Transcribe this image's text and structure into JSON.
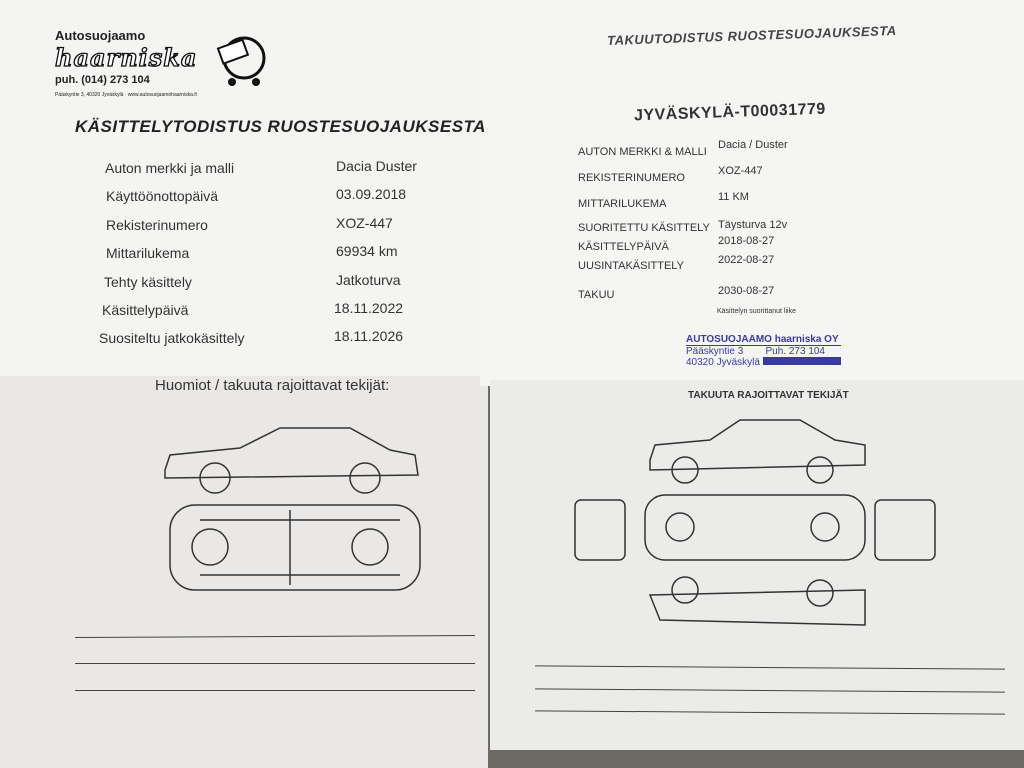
{
  "left": {
    "logo": {
      "line1": "Autosuojaamo",
      "brand": "haarniska",
      "phone": "puh. (014) 273 104",
      "address": "Pääskyntie 3, 40320 Jyväskylä · www.autosuojaamohaarniska.fi"
    },
    "title": "KÄSITTELYTODISTUS RUOSTESUOJAUKSESTA",
    "rows": [
      {
        "label": "Auton merkki ja malli",
        "value": "Dacia Duster"
      },
      {
        "label": "Käyttöönottopäivä",
        "value": "03.09.2018"
      },
      {
        "label": "Rekisterinumero",
        "value": "XOZ-447"
      },
      {
        "label": "Mittarilukema",
        "value": "69934 km"
      },
      {
        "label": "Tehty käsittely",
        "value": "Jatkoturva"
      },
      {
        "label": "Käsittelypäivä",
        "value": "18.11.2022"
      },
      {
        "label": "Suositeltu jatkokäsittely",
        "value": "18.11.2026"
      }
    ],
    "notes_title": "Huomiot / takuuta rajoittavat tekijät:"
  },
  "right": {
    "title": "TAKUUTODISTUS RUOSTESUOJAUKSESTA",
    "cert_id": "JYVÄSKYLÄ-T00031779",
    "rows": [
      {
        "label": "AUTON MERKKI & MALLI",
        "value": "Dacia / Duster"
      },
      {
        "label": "REKISTERINUMERO",
        "value": "XOZ-447"
      },
      {
        "label": "MITTARILUKEMA",
        "value": "11 KM"
      },
      {
        "label": "SUORITETTU KÄSITTELY",
        "value": "Täysturva 12v"
      },
      {
        "label": "KÄSITTELYPÄIVÄ",
        "value": "2018-08-27"
      },
      {
        "label": "UUSINTAKÄSITTELY",
        "value": "2022-08-27"
      },
      {
        "label": "TAKUU",
        "value": "2030-08-27"
      }
    ],
    "performed_by": "Käsittelyn suorittanut liike",
    "stamp": {
      "name": "AUTOSUOJAAMO haarniska OY",
      "street": "Pääskyntie 3",
      "phone": "Puh. 273 104",
      "city": "40320 Jyväskylä"
    },
    "limits_title": "TAKUUTA RAJOITTAVAT TEKIJÄT"
  }
}
